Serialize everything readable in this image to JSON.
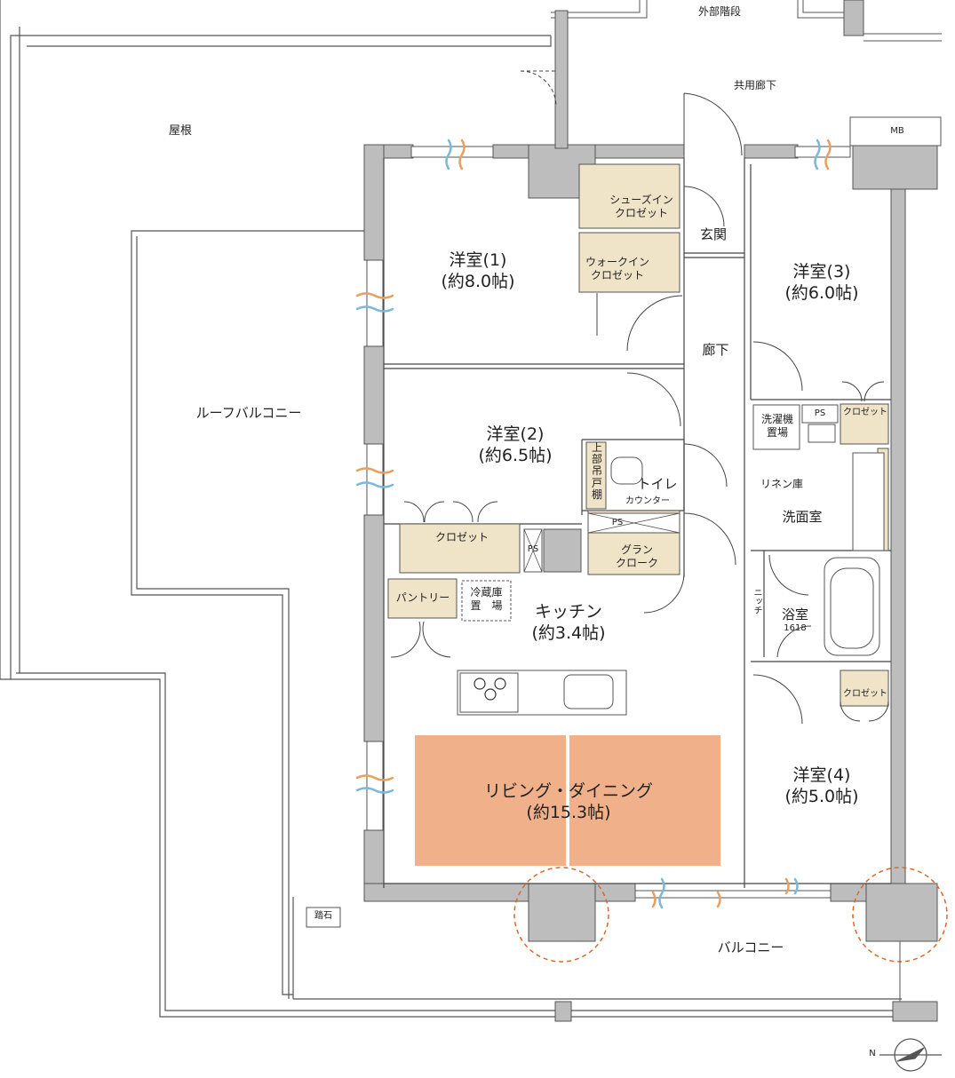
{
  "rooms": {
    "western1": {
      "name": "洋室(1)",
      "size": "(約8.0帖)"
    },
    "western2": {
      "name": "洋室(2)",
      "size": "(約6.5帖)"
    },
    "western3": {
      "name": "洋室(3)",
      "size": "(約6.0帖)"
    },
    "western4": {
      "name": "洋室(4)",
      "size": "(約5.0帖)"
    },
    "kitchen": {
      "name": "キッチン",
      "size": "(約3.4帖)"
    },
    "living": {
      "name": "リビング・ダイニング",
      "size": "(約15.3帖)"
    },
    "bathroom": {
      "name": "浴室",
      "size": "1618"
    },
    "washroom": {
      "name": "洗面室"
    },
    "toilet": {
      "name": "トイレ"
    }
  },
  "labels": {
    "roof": "屋根",
    "roof_balcony": "ルーフバルコニー",
    "balcony": "バルコニー",
    "outer_stairs": "外部階段",
    "common_corridor": "共用廊下",
    "mb": "MB",
    "entrance": "玄関",
    "hallway": "廊下",
    "stepping_stone": "踏石",
    "shoes_in_closet_1": "シューズイン",
    "shoes_in_closet_2": "クロゼット",
    "walk_in_closet_1": "ウォークイン",
    "walk_in_closet_2": "クロゼット",
    "closet_w2": "クロゼット",
    "closet_w3": "クロゼット",
    "closet_w4": "クロゼット",
    "pantry": "パントリー",
    "fridge_1": "冷蔵庫",
    "fridge_2": "置　場",
    "grand_cloak_1": "グラン",
    "grand_cloak_2": "クローク",
    "ps_kitchen": "PS",
    "ps_toilet": "PS",
    "ps_wash": "PS",
    "upper_cabinet_1": "上",
    "upper_cabinet_2": "部",
    "upper_cabinet_3": "吊",
    "upper_cabinet_4": "戸",
    "upper_cabinet_5": "棚",
    "counter": "カウンター",
    "washer_1": "洗濯機",
    "washer_2": "置場",
    "linen": "リネン庫",
    "niche": "ニッチ",
    "compass_n": "N"
  },
  "colors": {
    "wall": "#bdbdbd",
    "wall_stroke": "#555555",
    "closet": "#efe3c8",
    "living_floor": "#efb08a",
    "line": "#444444",
    "callout": "#d9692a",
    "vent_orange": "#e8a060",
    "vent_blue": "#7ab8dc"
  }
}
